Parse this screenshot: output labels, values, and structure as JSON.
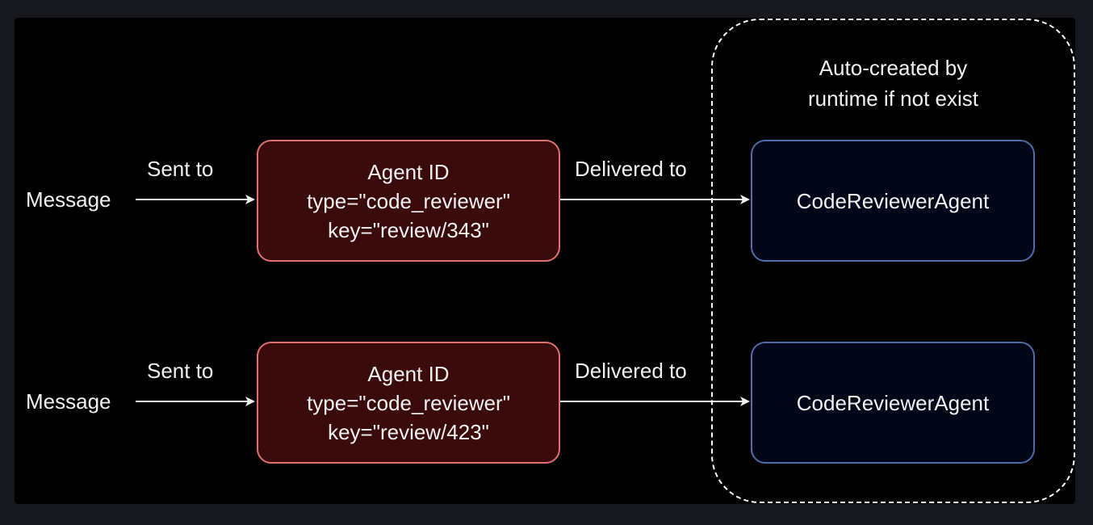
{
  "group_label_line1": "Auto-created by",
  "group_label_line2": "runtime if not exist",
  "rows": [
    {
      "message_label": "Message",
      "sent_label": "Sent to",
      "id_title": "Agent ID",
      "id_type": "type=\"code_reviewer\"",
      "id_key": "key=\"review/343\"",
      "delivered_label": "Delivered to",
      "agent_label": "CodeReviewerAgent"
    },
    {
      "message_label": "Message",
      "sent_label": "Sent to",
      "id_title": "Agent ID",
      "id_type": "type=\"code_reviewer\"",
      "id_key": "key=\"review/423\"",
      "delivered_label": "Delivered to",
      "agent_label": "CodeReviewerAgent"
    }
  ],
  "colors": {
    "background": "#000000",
    "id_box_fill": "#3b0b0b",
    "id_box_border": "#e07070",
    "agent_box_fill": "#010619",
    "agent_box_border": "#4f6ba8",
    "text": "#f0f0f0"
  }
}
